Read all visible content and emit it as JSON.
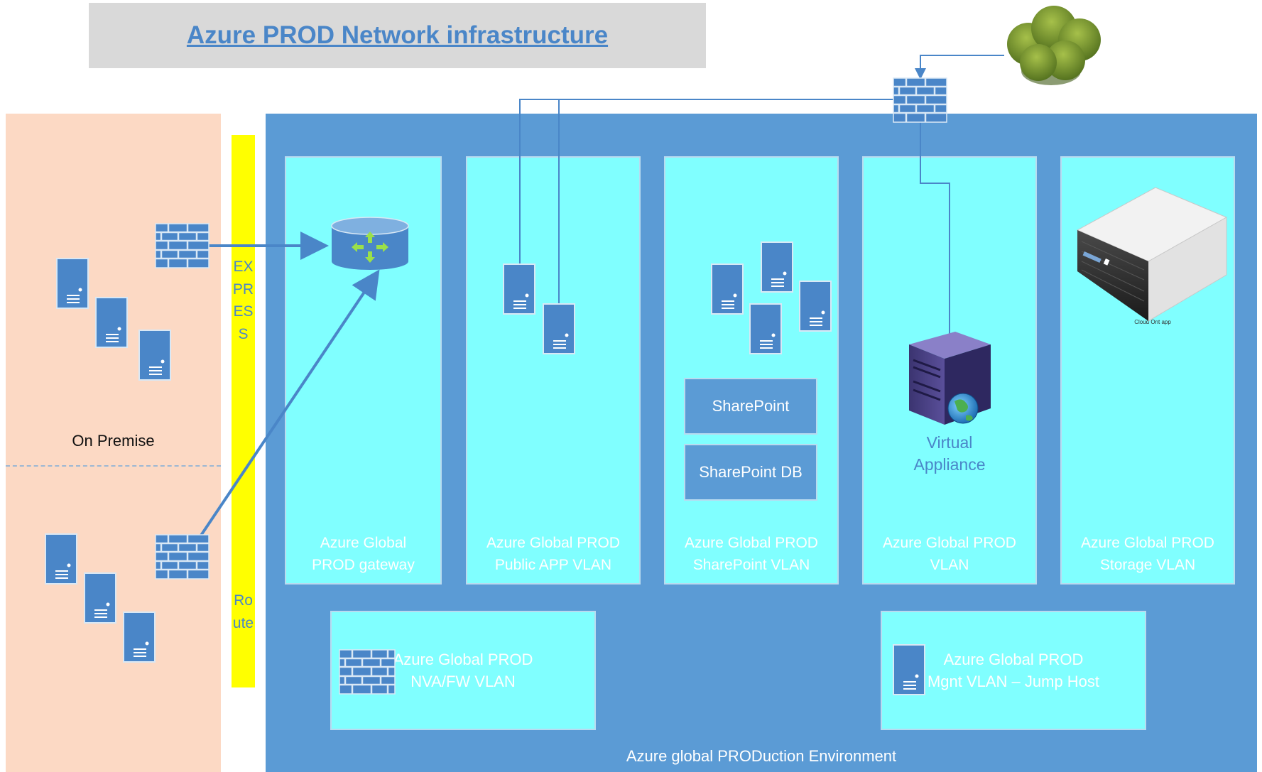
{
  "title": "Azure PROD Network infrastructure",
  "on_premise": {
    "label": "On Premise"
  },
  "express_route": {
    "word1": "EXPRESS",
    "word2": "Route"
  },
  "environment": {
    "label": "Azure global PRODuction Environment"
  },
  "vlans": {
    "gateway": "Azure Global\nPROD gateway",
    "public_app": "Azure Global PROD\nPublic APP VLAN",
    "sharepoint": "Azure Global PROD\nSharePoint VLAN",
    "prod": "Azure Global PROD\nVLAN",
    "storage": "Azure Global PROD\nStorage VLAN",
    "nva_fw": "Azure Global PROD\nNVA/FW VLAN",
    "mgmt": "Azure Global PROD\nMgnt VLAN – Jump Host"
  },
  "sharepoint": {
    "app": "SharePoint",
    "db": "SharePoint DB"
  },
  "virtual_appliance": {
    "label": "Virtual\nAppliance"
  },
  "storage_device": {
    "label": "Cloud Ont app"
  },
  "colors": {
    "title_bg": "#d9d9d9",
    "title_text": "#4a86c8",
    "on_premise_bg": "#fcd9c4",
    "express_route": "#ffff00",
    "environment_bg": "#5b9bd5",
    "vlan_bg": "#80ffff",
    "connector": "#4a86c8",
    "cloud": "#6b8e23"
  }
}
